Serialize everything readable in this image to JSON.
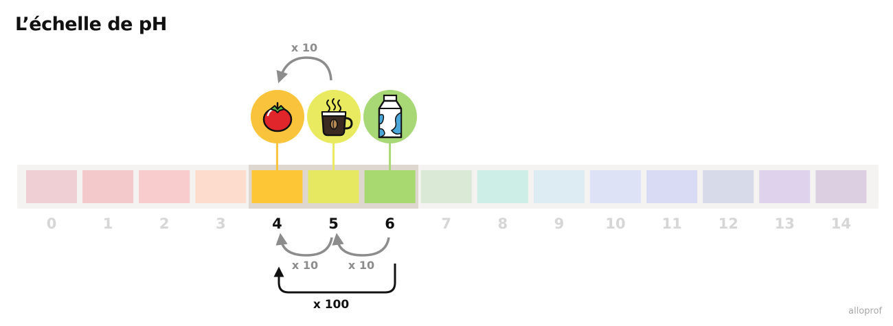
{
  "title": "L’échelle de pH",
  "brand": "alloprof",
  "colors": {
    "track": "#f4f3f1",
    "highlight": "#ddd7cf",
    "dim_number": "#d6d6d6",
    "active_number": "#111111",
    "arrow_gray": "#8c8c8c",
    "arrow_black": "#111111",
    "cells": [
      "#efcfd3",
      "#f3c9cb",
      "#f8cccc",
      "#fddccd",
      "#fdc636",
      "#e6e862",
      "#a7d970",
      "#d9e9d6",
      "#cdeee6",
      "#dcecf2",
      "#dee2f6",
      "#d9dbf5",
      "#d7dae9",
      "#ded2ec",
      "#dccfe1"
    ]
  },
  "scale_numbers": [
    "0",
    "1",
    "2",
    "3",
    "4",
    "5",
    "6",
    "7",
    "8",
    "9",
    "10",
    "11",
    "12",
    "13",
    "14"
  ],
  "highlighted_values": [
    4,
    5,
    6
  ],
  "items": [
    {
      "name": "tomato",
      "icon": "tomato-icon",
      "ph": 4,
      "circle_color": "#f9c33c",
      "stem_color": "#f9c33c"
    },
    {
      "name": "coffee",
      "icon": "coffee-cup-icon",
      "ph": 5,
      "circle_color": "#e9ea60",
      "stem_color": "#e9ea60"
    },
    {
      "name": "milk",
      "icon": "milk-carton-icon",
      "ph": 6,
      "circle_color": "#a8d875",
      "stem_color": "#a8d875"
    }
  ],
  "annotations": {
    "top_factor": "x 10",
    "factor_5_to_4": "x 10",
    "factor_6_to_5": "x 10",
    "factor_6_to_4": "x 100"
  }
}
